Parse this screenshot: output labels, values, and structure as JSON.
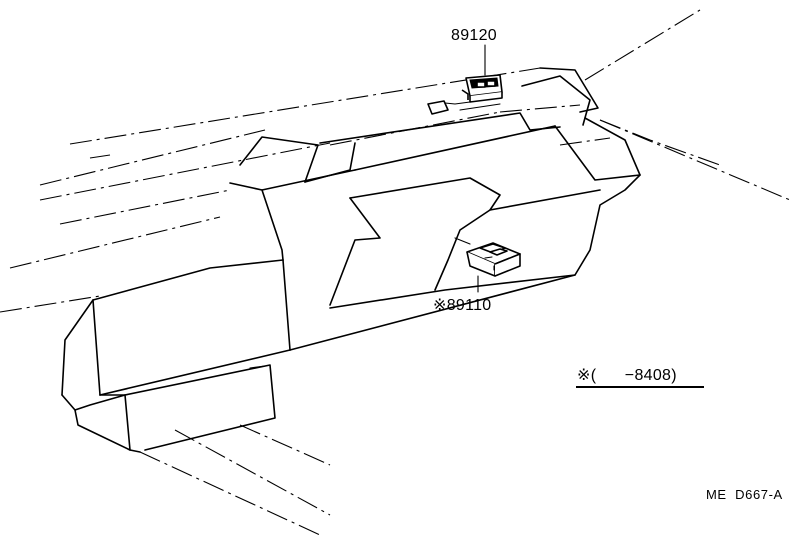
{
  "parts": {
    "upper_switch_number": "89120",
    "lower_switch_number": "※89110"
  },
  "note": {
    "text": "※(      −8408)"
  },
  "drawing_code": "ME  D667-A"
}
